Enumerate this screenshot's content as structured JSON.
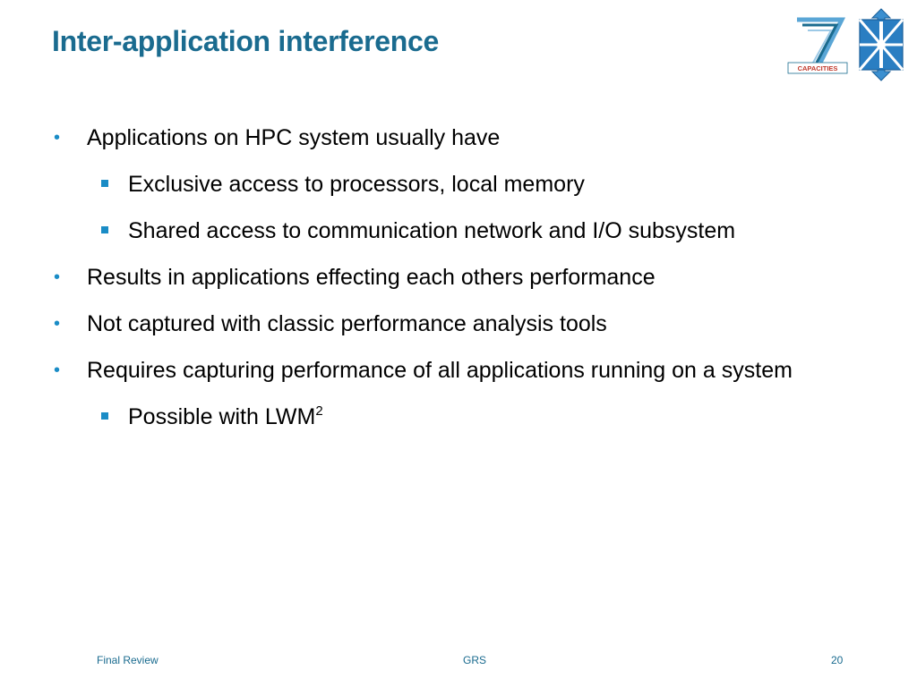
{
  "slide": {
    "title": "Inter-application interference",
    "logo_text": "CAPACITIES",
    "bullets": [
      {
        "level": 1,
        "text": "Applications on HPC system usually have"
      },
      {
        "level": 2,
        "text": "Exclusive access to processors, local memory"
      },
      {
        "level": 2,
        "text": "Shared access to communication network and I/O subsystem"
      },
      {
        "level": 1,
        "text": "Results in applications effecting each others performance"
      },
      {
        "level": 1,
        "text": "Not captured with classic performance analysis tools"
      },
      {
        "level": 1,
        "text": "Requires capturing performance of all applications running on a system"
      },
      {
        "level": 2,
        "text": "Possible with LWM",
        "superscript": "2"
      }
    ]
  },
  "footer": {
    "left": "Final Review",
    "center": "GRS",
    "page_number": "20"
  },
  "colors": {
    "title": "#1a6b8f",
    "bullet": "#1a8cc6",
    "text": "#000000"
  },
  "icons": [
    "fp7-capacities-logo",
    "grs-emblem-logo"
  ]
}
